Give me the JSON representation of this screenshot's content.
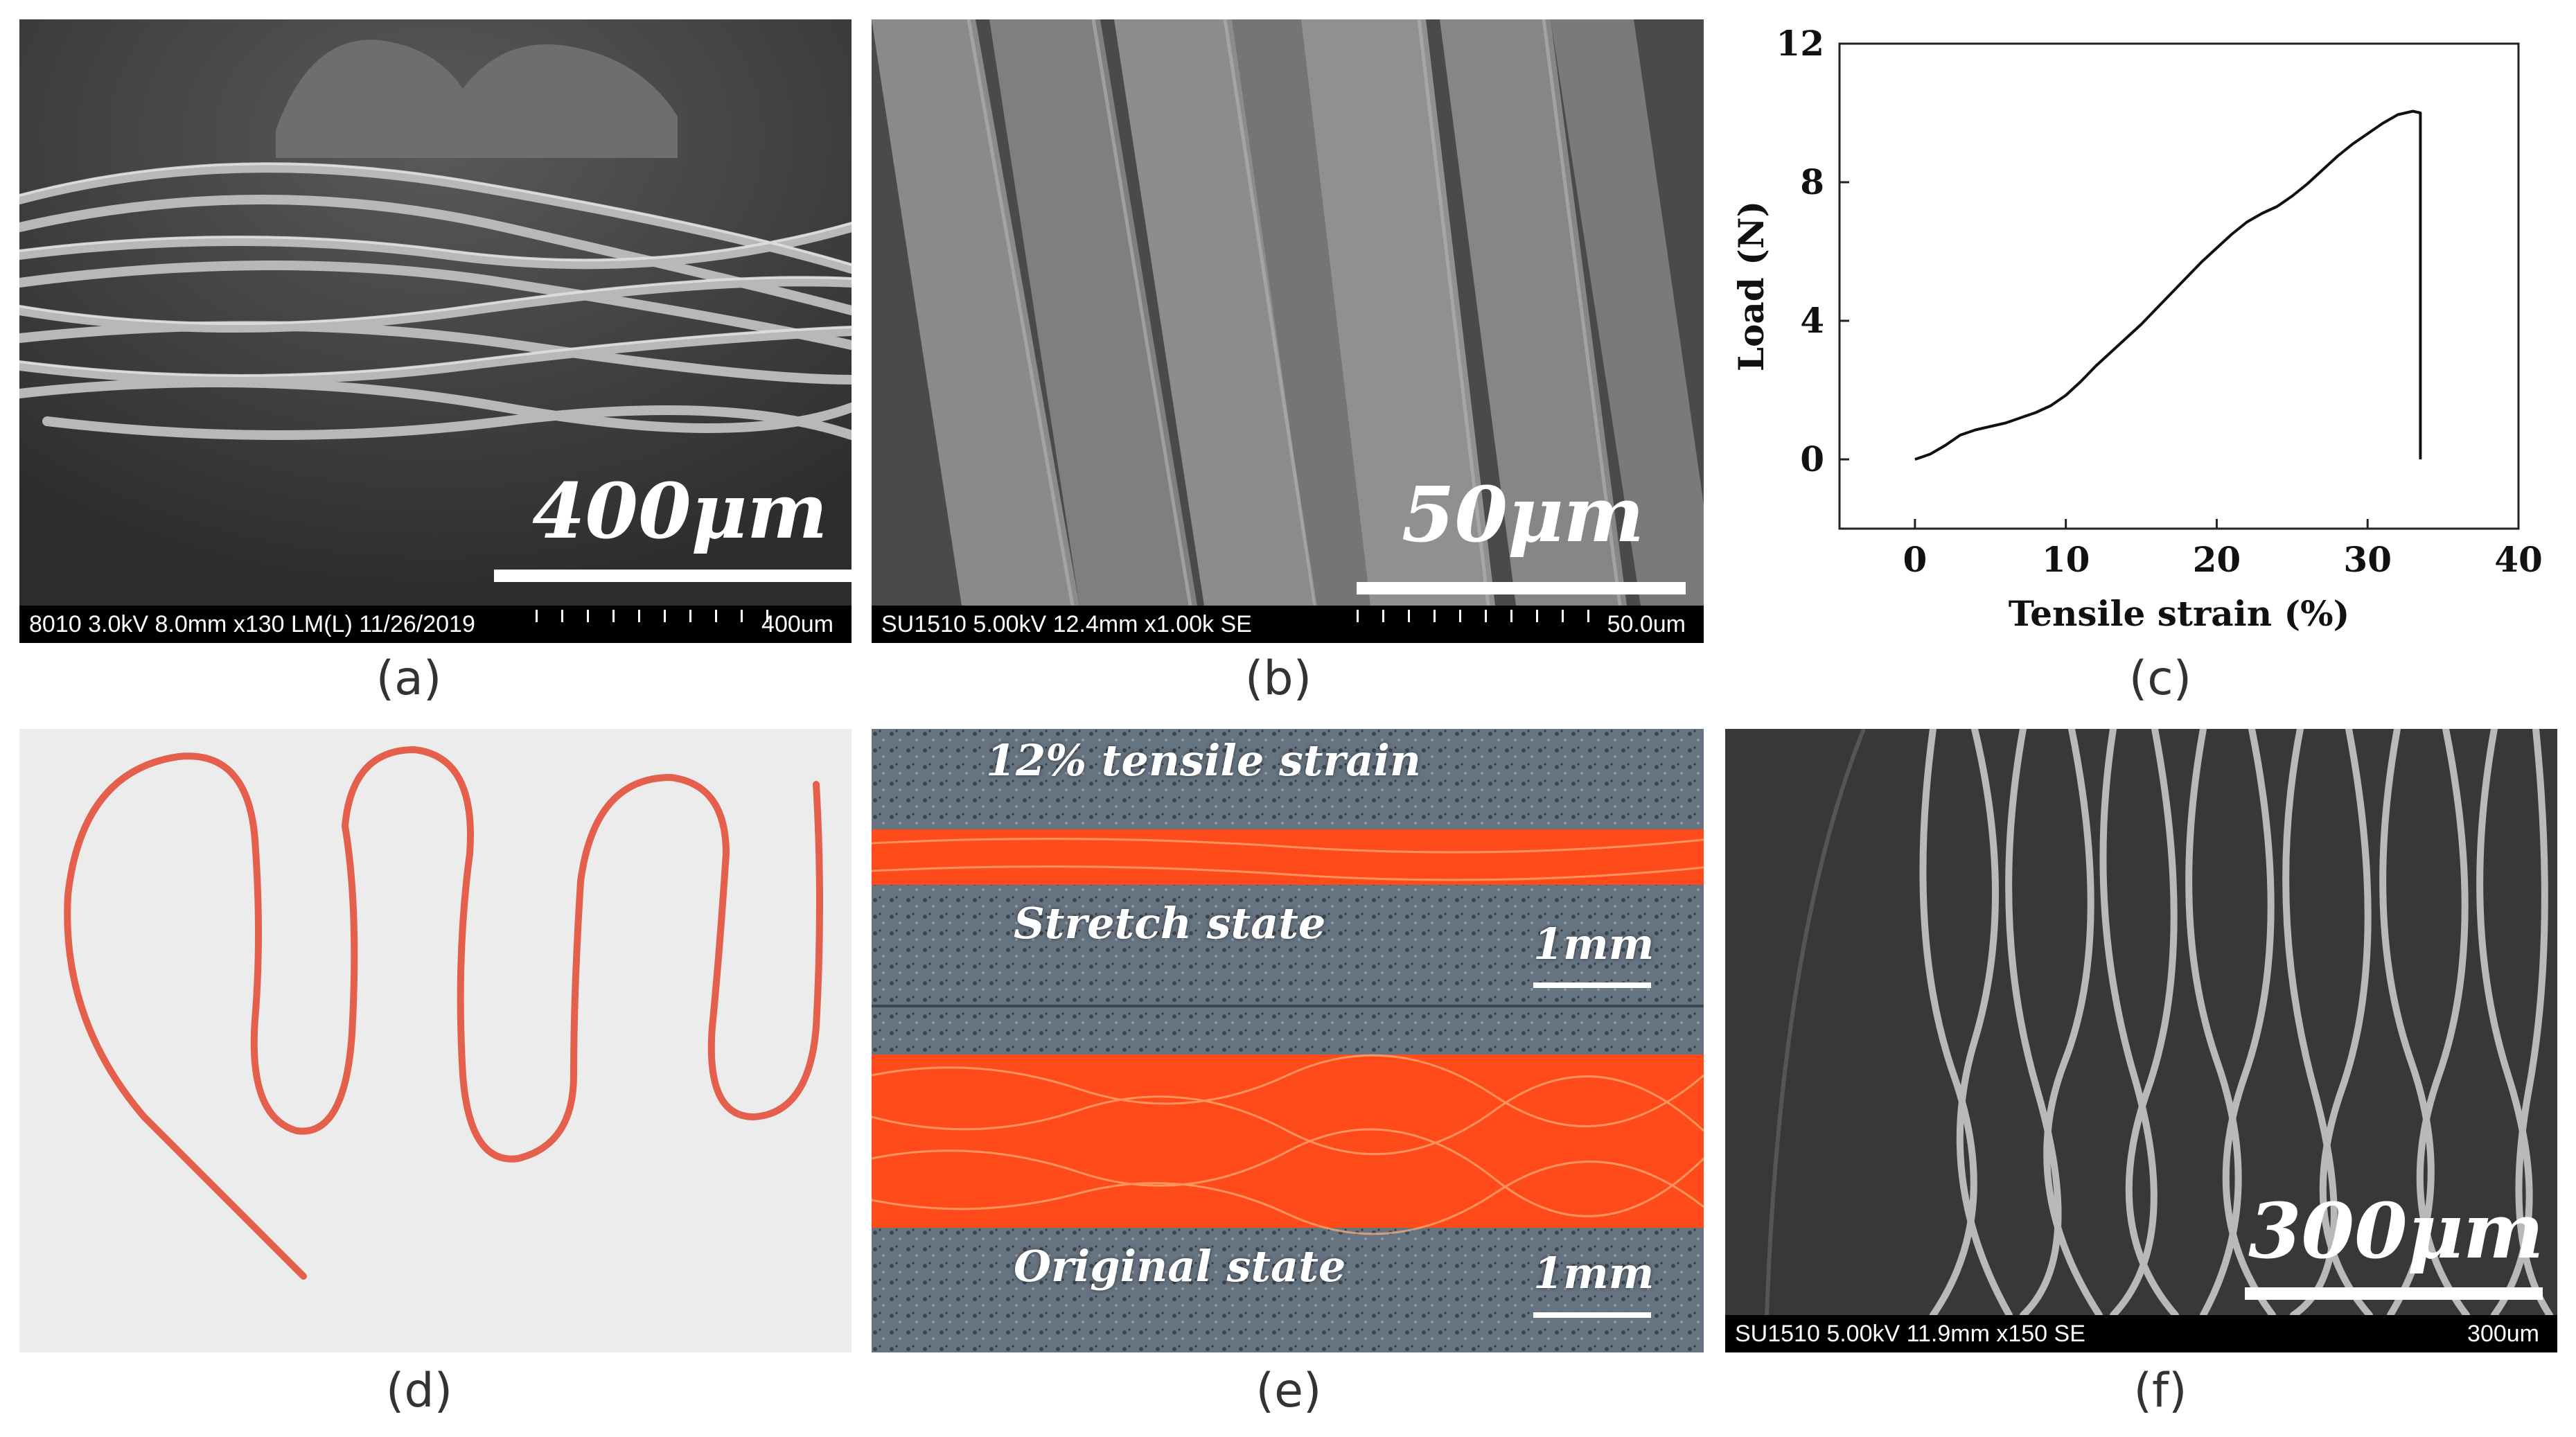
{
  "panels": {
    "a": {
      "caption": "(a)",
      "scale_label": "400μm",
      "sem_info": "8010 3.0kV 8.0mm x130 LM(L) 11/26/2019",
      "sem_scale": "400um"
    },
    "b": {
      "caption": "(b)",
      "scale_label": "50μm",
      "sem_info": "SU1510 5.00kV 12.4mm x1.00k SE",
      "sem_scale": "50.0um"
    },
    "c": {
      "caption": "(c)"
    },
    "d": {
      "caption": "(d)",
      "thread_color": "#e5604c"
    },
    "e": {
      "caption": "(e)",
      "top_label": "12% tensile strain",
      "stretch_label": "Stretch state",
      "original_label": "Original state",
      "scale_top": "1mm",
      "scale_bottom": "1mm",
      "thread_color": "#ff4a1a"
    },
    "f": {
      "caption": "(f)",
      "scale_label": "300μm",
      "sem_info": "SU1510 5.00kV 11.9mm x150 SE",
      "sem_scale": "300um"
    }
  },
  "chart_data": {
    "type": "line",
    "xlabel": "Tensile strain (%)",
    "ylabel": "Load (N)",
    "xlim": [
      -5,
      40
    ],
    "ylim": [
      -2,
      12
    ],
    "xticks": [
      0,
      10,
      20,
      30,
      40
    ],
    "yticks": [
      0,
      4,
      8,
      12
    ],
    "grid": false,
    "series": [
      {
        "x": [
          0,
          1,
          2,
          3,
          4,
          5,
          6,
          7,
          8,
          9,
          10,
          11,
          12,
          13,
          14,
          15,
          16,
          17,
          18,
          19,
          20,
          21,
          22,
          23,
          24,
          25,
          26,
          27,
          28,
          29,
          30,
          31,
          32,
          33,
          33.5,
          33.5
        ],
        "y": [
          0,
          0.15,
          0.4,
          0.7,
          0.85,
          0.95,
          1.05,
          1.2,
          1.35,
          1.55,
          1.85,
          2.25,
          2.7,
          3.1,
          3.5,
          3.9,
          4.35,
          4.8,
          5.25,
          5.7,
          6.1,
          6.5,
          6.85,
          7.1,
          7.3,
          7.6,
          7.95,
          8.35,
          8.75,
          9.1,
          9.4,
          9.7,
          9.95,
          10.05,
          10.0,
          0.0
        ]
      }
    ]
  }
}
